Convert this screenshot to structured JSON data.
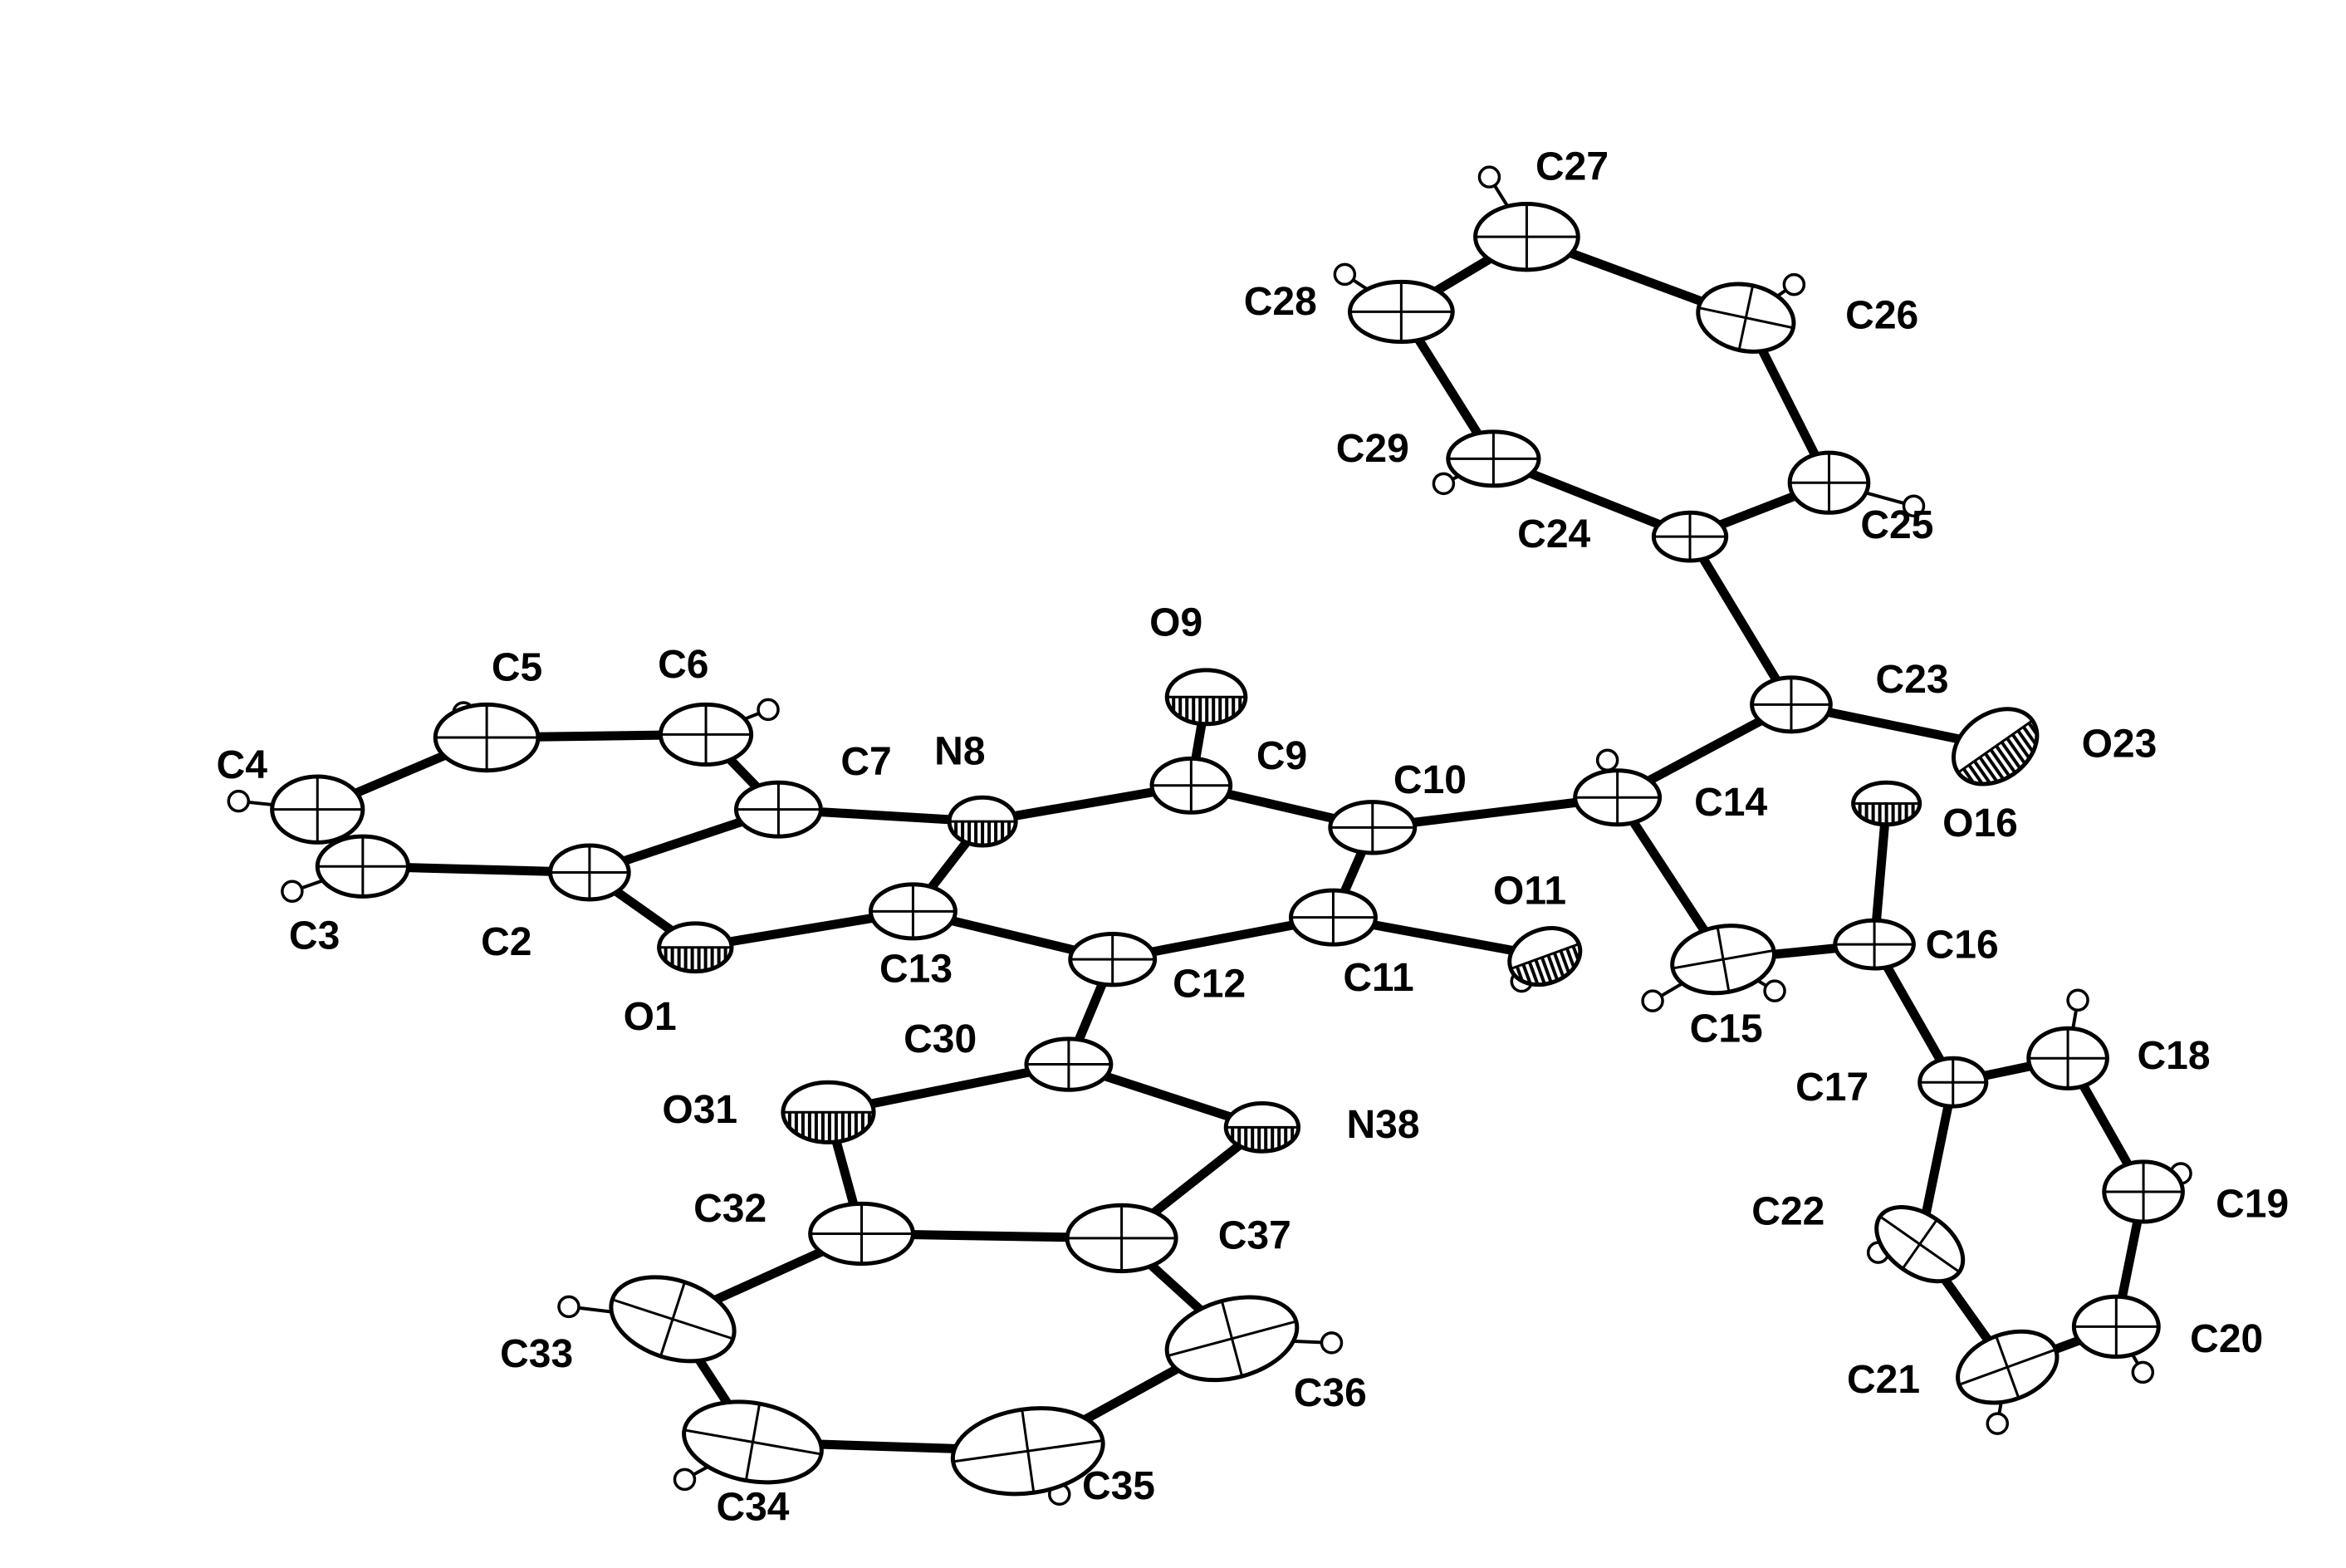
{
  "diagram": {
    "atoms": [
      {
        "id": "O1",
        "label": "O1",
        "hatched": true
      },
      {
        "id": "C2",
        "label": "C2"
      },
      {
        "id": "C3",
        "label": "C3"
      },
      {
        "id": "C4",
        "label": "C4"
      },
      {
        "id": "C5",
        "label": "C5"
      },
      {
        "id": "C6",
        "label": "C6"
      },
      {
        "id": "C7",
        "label": "C7"
      },
      {
        "id": "N8",
        "label": "N8",
        "hatched": true
      },
      {
        "id": "C9",
        "label": "C9"
      },
      {
        "id": "O9",
        "label": "O9",
        "hatched": true
      },
      {
        "id": "C10",
        "label": "C10"
      },
      {
        "id": "C11",
        "label": "C11"
      },
      {
        "id": "O11",
        "label": "O11",
        "hatched": true
      },
      {
        "id": "C12",
        "label": "C12"
      },
      {
        "id": "C13",
        "label": "C13"
      },
      {
        "id": "C14",
        "label": "C14"
      },
      {
        "id": "C15",
        "label": "C15"
      },
      {
        "id": "C16",
        "label": "C16"
      },
      {
        "id": "O16",
        "label": "O16",
        "hatched": true
      },
      {
        "id": "C17",
        "label": "C17"
      },
      {
        "id": "C18",
        "label": "C18"
      },
      {
        "id": "C19",
        "label": "C19"
      },
      {
        "id": "C20",
        "label": "C20"
      },
      {
        "id": "C21",
        "label": "C21"
      },
      {
        "id": "C22",
        "label": "C22"
      },
      {
        "id": "C23",
        "label": "C23"
      },
      {
        "id": "O23",
        "label": "O23",
        "hatched": true
      },
      {
        "id": "C24",
        "label": "C24"
      },
      {
        "id": "C25",
        "label": "C25"
      },
      {
        "id": "C26",
        "label": "C26"
      },
      {
        "id": "C27",
        "label": "C27"
      },
      {
        "id": "C28",
        "label": "C28"
      },
      {
        "id": "C29",
        "label": "C29"
      },
      {
        "id": "C30",
        "label": "C30"
      },
      {
        "id": "O31",
        "label": "O31",
        "hatched": true
      },
      {
        "id": "C32",
        "label": "C32"
      },
      {
        "id": "C33",
        "label": "C33"
      },
      {
        "id": "C34",
        "label": "C34"
      },
      {
        "id": "C35",
        "label": "C35"
      },
      {
        "id": "C36",
        "label": "C36"
      },
      {
        "id": "C37",
        "label": "C37"
      },
      {
        "id": "N38",
        "label": "N38",
        "hatched": true
      }
    ],
    "bonds": [
      [
        "O1",
        "C2"
      ],
      [
        "C2",
        "C3"
      ],
      [
        "C3",
        "C4"
      ],
      [
        "C4",
        "C5"
      ],
      [
        "C5",
        "C6"
      ],
      [
        "C6",
        "C7"
      ],
      [
        "C7",
        "C2"
      ],
      [
        "C7",
        "N8"
      ],
      [
        "N8",
        "C9"
      ],
      [
        "C9",
        "O9"
      ],
      [
        "C9",
        "C10"
      ],
      [
        "C10",
        "C11"
      ],
      [
        "C11",
        "O11"
      ],
      [
        "C11",
        "C12"
      ],
      [
        "C12",
        "C13"
      ],
      [
        "C13",
        "N8"
      ],
      [
        "C13",
        "O1"
      ],
      [
        "C10",
        "C14"
      ],
      [
        "C14",
        "C15"
      ],
      [
        "C15",
        "C16"
      ],
      [
        "C16",
        "O16"
      ],
      [
        "C16",
        "C17"
      ],
      [
        "C17",
        "C18"
      ],
      [
        "C18",
        "C19"
      ],
      [
        "C19",
        "C20"
      ],
      [
        "C20",
        "C21"
      ],
      [
        "C21",
        "C22"
      ],
      [
        "C22",
        "C17"
      ],
      [
        "C14",
        "C23"
      ],
      [
        "C23",
        "O23"
      ],
      [
        "C23",
        "C24"
      ],
      [
        "C24",
        "C25"
      ],
      [
        "C25",
        "C26"
      ],
      [
        "C26",
        "C27"
      ],
      [
        "C27",
        "C28"
      ],
      [
        "C28",
        "C29"
      ],
      [
        "C29",
        "C24"
      ],
      [
        "C12",
        "C30"
      ],
      [
        "C30",
        "O31"
      ],
      [
        "C30",
        "N38"
      ],
      [
        "O31",
        "C32"
      ],
      [
        "N38",
        "C37"
      ],
      [
        "C32",
        "C37"
      ],
      [
        "C32",
        "C33"
      ],
      [
        "C33",
        "C34"
      ],
      [
        "C34",
        "C35"
      ],
      [
        "C35",
        "C36"
      ],
      [
        "C36",
        "C37"
      ]
    ],
    "hydrogens": [
      {
        "atom": "C3"
      },
      {
        "atom": "C4"
      },
      {
        "atom": "C5"
      },
      {
        "atom": "C6"
      },
      {
        "atom": "O11"
      },
      {
        "atom": "C14"
      },
      {
        "atom": "C15",
        "n": 1
      },
      {
        "atom": "C15",
        "n": 2
      },
      {
        "atom": "C18"
      },
      {
        "atom": "C19"
      },
      {
        "atom": "C20"
      },
      {
        "atom": "C21"
      },
      {
        "atom": "C22"
      },
      {
        "atom": "C25"
      },
      {
        "atom": "C26"
      },
      {
        "atom": "C27"
      },
      {
        "atom": "C28"
      },
      {
        "atom": "C29"
      },
      {
        "atom": "C33"
      },
      {
        "atom": "C34"
      },
      {
        "atom": "C35"
      },
      {
        "atom": "C36"
      }
    ]
  }
}
